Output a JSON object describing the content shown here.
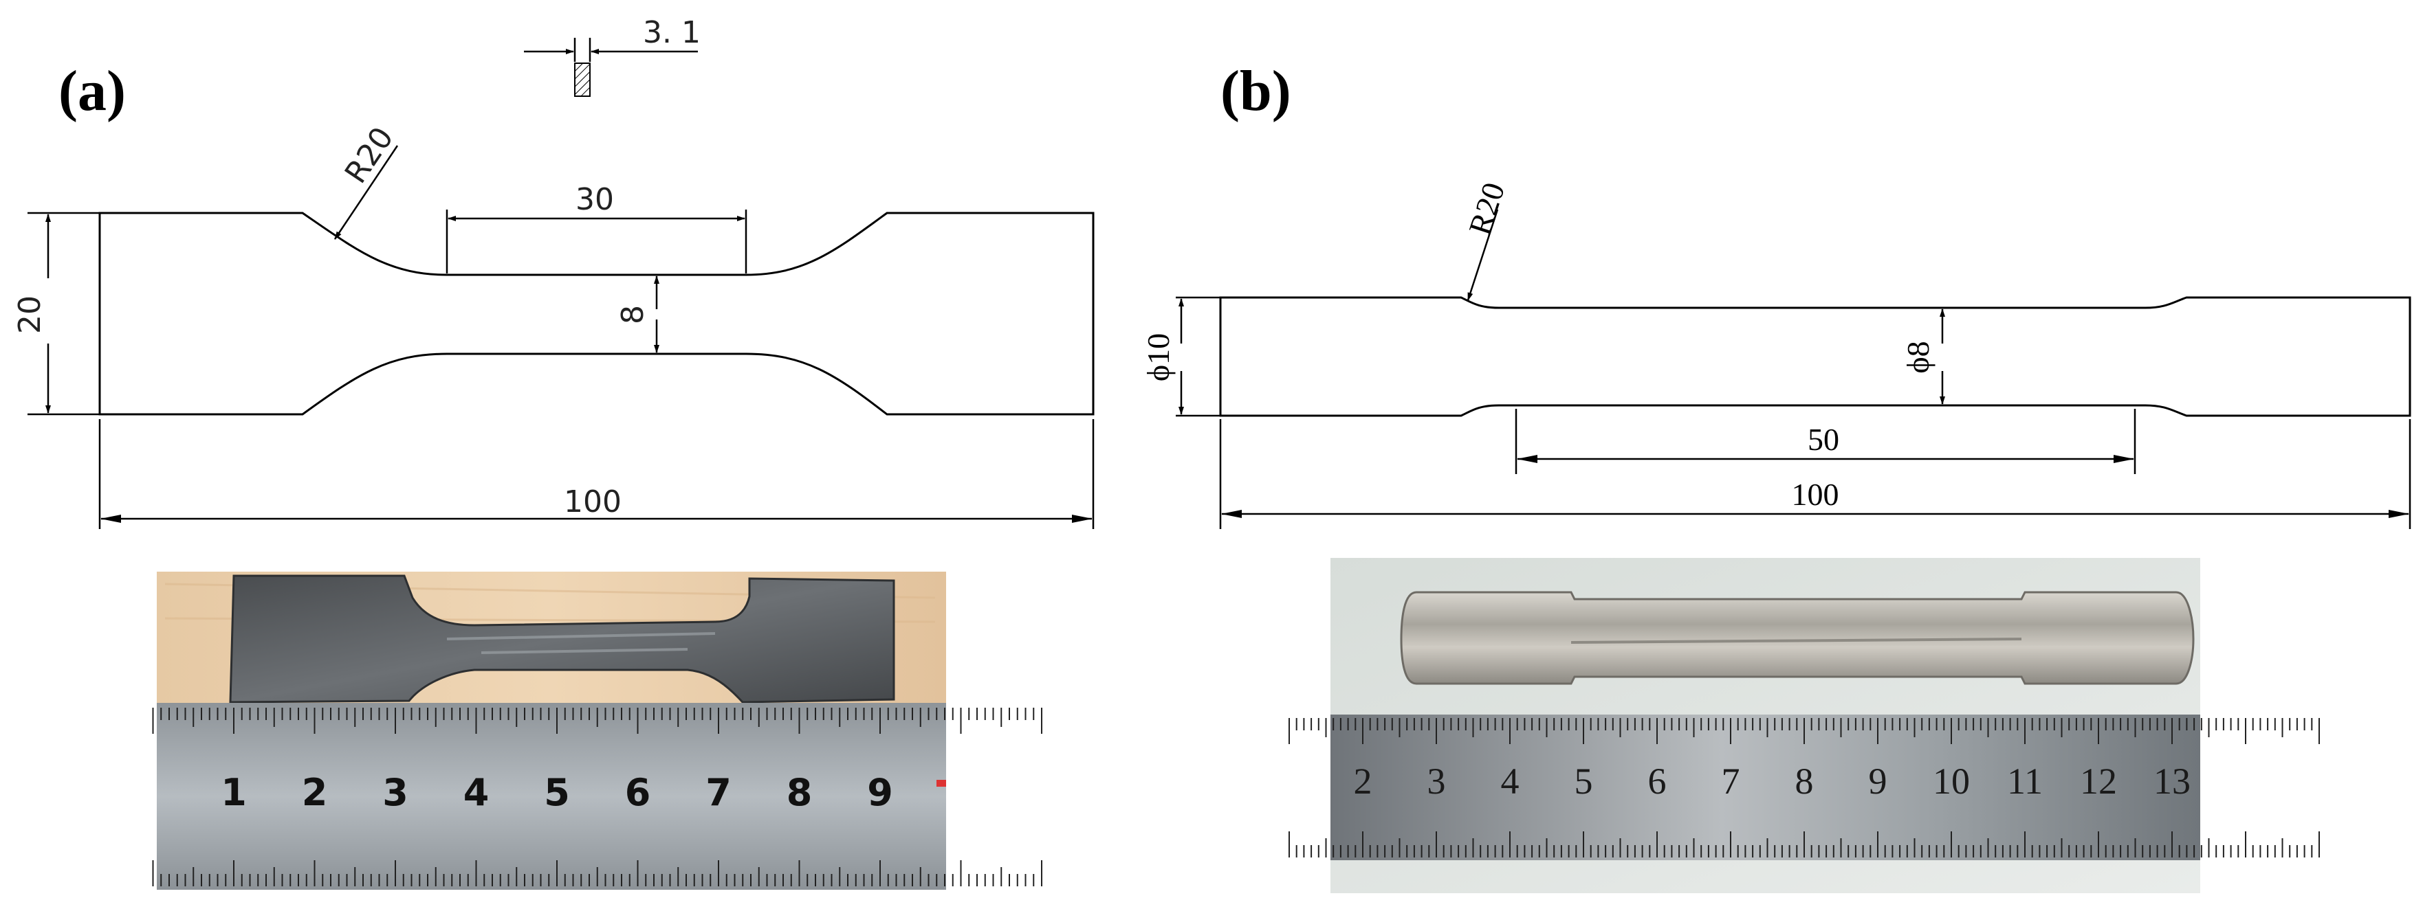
{
  "panel_a": {
    "label": "(a)",
    "thickness": "3. 1",
    "radius": "R20",
    "gauge_length": "30",
    "gauge_width": "8",
    "grip_width": "20",
    "total_length": "100",
    "photo_ruler": [
      "1",
      "2",
      "3",
      "4",
      "5",
      "6",
      "7",
      "8",
      "9"
    ]
  },
  "panel_b": {
    "label": "(b)",
    "radius": "R20",
    "gauge_diameter": "ϕ8",
    "grip_diameter": "ϕ10",
    "gauge_length": "50",
    "total_length": "100",
    "photo_ruler": [
      "2",
      "3",
      "4",
      "5",
      "6",
      "7",
      "8",
      "9",
      "10",
      "11",
      "12",
      "13"
    ]
  }
}
